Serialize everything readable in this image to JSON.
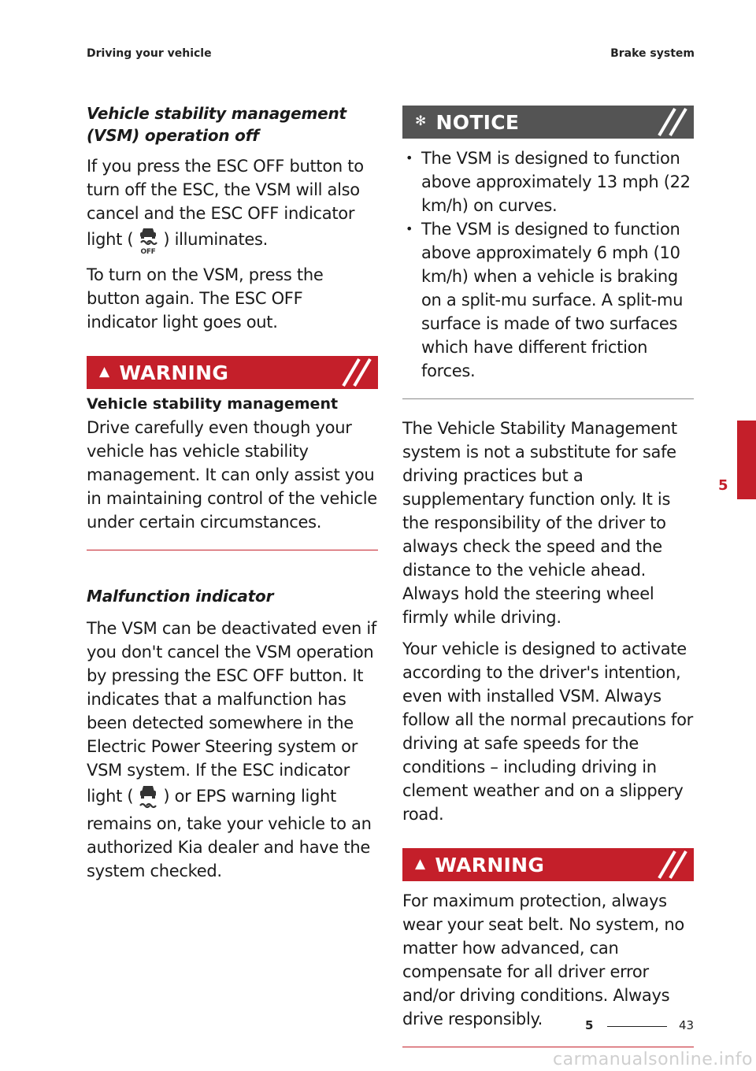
{
  "header": {
    "left": "Driving your vehicle",
    "right": "Brake system"
  },
  "left": {
    "vsm_off_title_l1": "Vehicle stability management",
    "vsm_off_title_l2": "(VSM) operation off",
    "vsm_off_para1_pre": "If you press the ESC OFF button to turn off the ESC, the VSM will also cancel and the ESC OFF indicator light (",
    "vsm_off_para1_post": ") illuminates.",
    "vsm_off_para2": "To turn on the VSM, press the button again. The ESC OFF indicator light goes out.",
    "warning_label": "WARNING",
    "warning_head": "Vehicle stability management",
    "warning_text": "Drive carefully even though your vehicle has vehicle stability management. It can only assist you in maintaining control of the vehicle under certain circumstances.",
    "malfunction_title": "Malfunction indicator",
    "malfunction_para_pre": "The VSM can be deactivated even if you don't cancel the VSM operation by pressing the ESC OFF button. It indicates that a malfunction has been detected somewhere in the Electric Power Steering system or VSM system. If the ESC indicator light (",
    "malfunction_para_post": ") or EPS warning light remains on, take your vehicle to an authorized Kia dealer and have the system checked.",
    "esc_off_icon_label": "OFF"
  },
  "right": {
    "notice_label": "NOTICE",
    "notice_items": [
      "The VSM is designed to function above approximately 13 mph (22 km/h) on curves.",
      "The VSM is designed to function above approximately 6 mph (10 km/h) when a vehicle is braking on a split-mu surface. A split-mu surface is made of two surfaces which have different friction forces."
    ],
    "para1": "The Vehicle Stability Management system is not a substitute for safe driving practices but a supplementary function only. It is the responsibility of the driver to always check the speed and the distance to the vehicle ahead. Always hold the steering wheel firmly while driving.",
    "para2": "Your vehicle is designed to activate according to the driver's intention, even with installed VSM. Always follow all the normal precautions for driving at safe speeds for the conditions – including driving in clement weather and on a slippery road.",
    "warning_label": "WARNING",
    "warning_text": "For maximum protection, always wear your seat belt. No system, no matter how advanced, can compensate for all driver error and/or driving conditions. Always drive responsibly."
  },
  "side_tab": {
    "chapter": "5"
  },
  "footer": {
    "chapter": "5",
    "page": "43"
  },
  "watermark": "carmanualsonline.info",
  "colors": {
    "accent_red": "#c41f2a",
    "notice_grey": "#545454"
  },
  "icons": {
    "warning": "warning-triangle-icon",
    "notice": "asterisk-icon",
    "esc_off": "esc-off-indicator-icon",
    "esc": "esc-indicator-icon"
  }
}
